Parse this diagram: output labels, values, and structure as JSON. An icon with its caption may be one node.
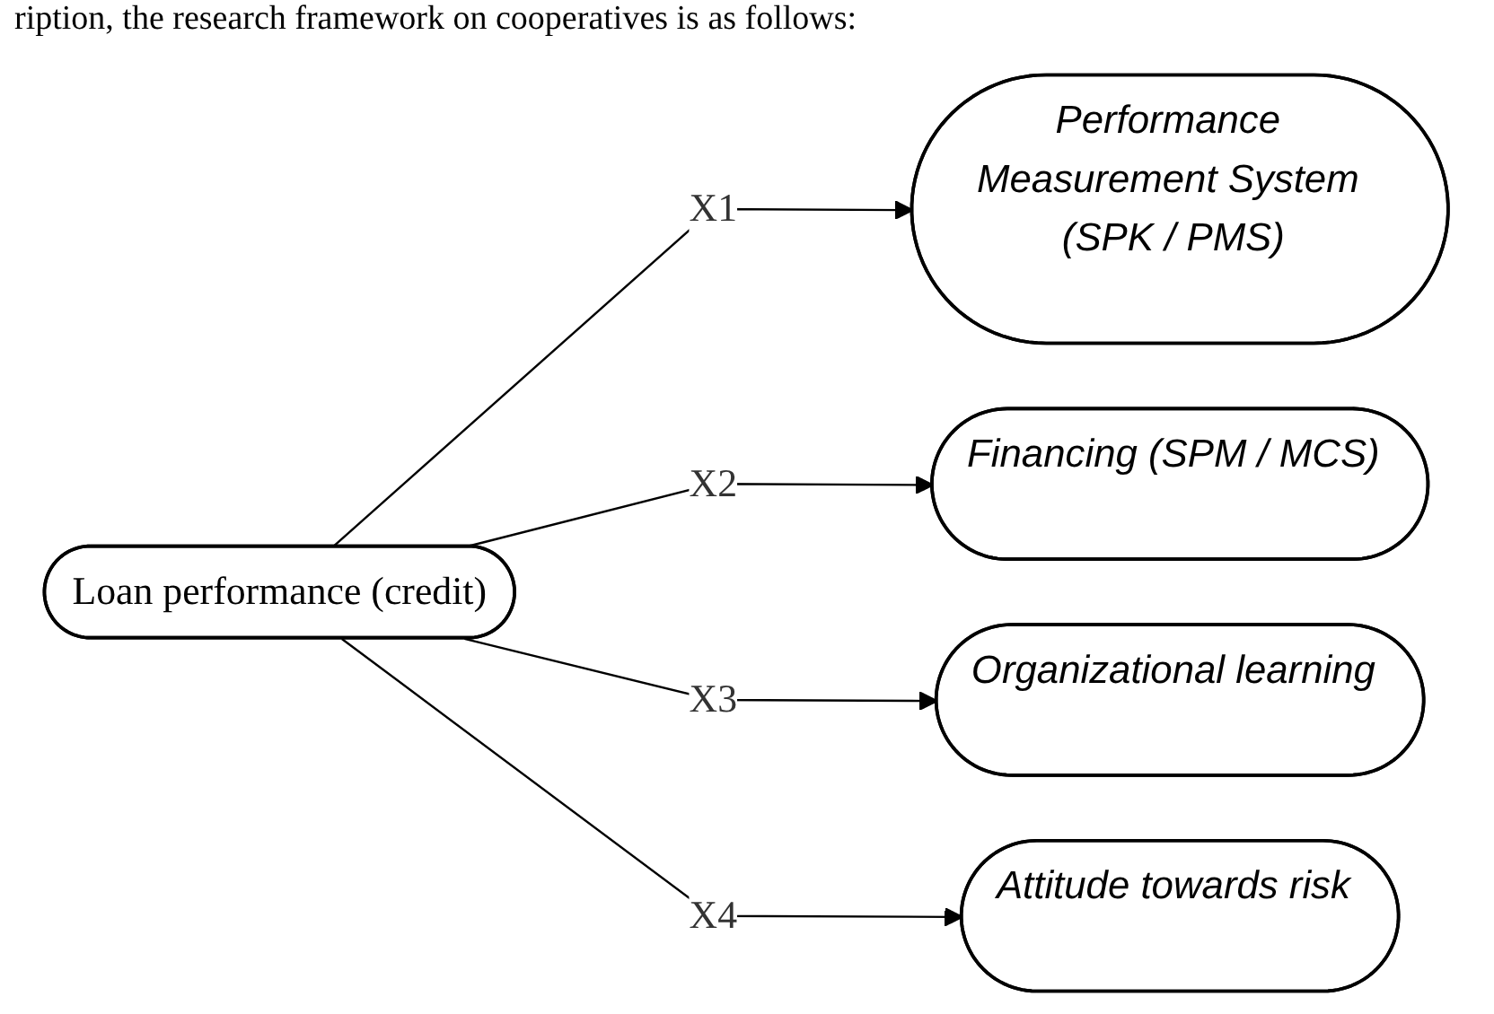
{
  "diagram": {
    "nodes": [
      {
        "text": [
          "Loan performance (credit)"
        ]
      },
      {
        "text": [
          "Performance Measurement System (SPK / PMS)"
        ]
      },
      {
        "text": [
          "Financing (SPM / MCS)"
        ]
      },
      {
        "text": [
          "Organizational learning"
        ]
      },
      {
        "text": [
          "Attitude towards risk"
        ]
      }
    ],
    "edges": [
      {
        "from": 0,
        "to": 1,
        "arrow": "to",
        "label": "X1"
      },
      {
        "from": 0,
        "to": 2,
        "arrow": "to",
        "label": "X2"
      },
      {
        "from": 0,
        "to": 3,
        "arrow": "to",
        "label": "X3"
      },
      {
        "from": 0,
        "to": 4,
        "arrow": "to",
        "label": "X4"
      }
    ],
    "labels": [
      "ription, the research framework on cooperatives is as follows:"
    ]
  }
}
